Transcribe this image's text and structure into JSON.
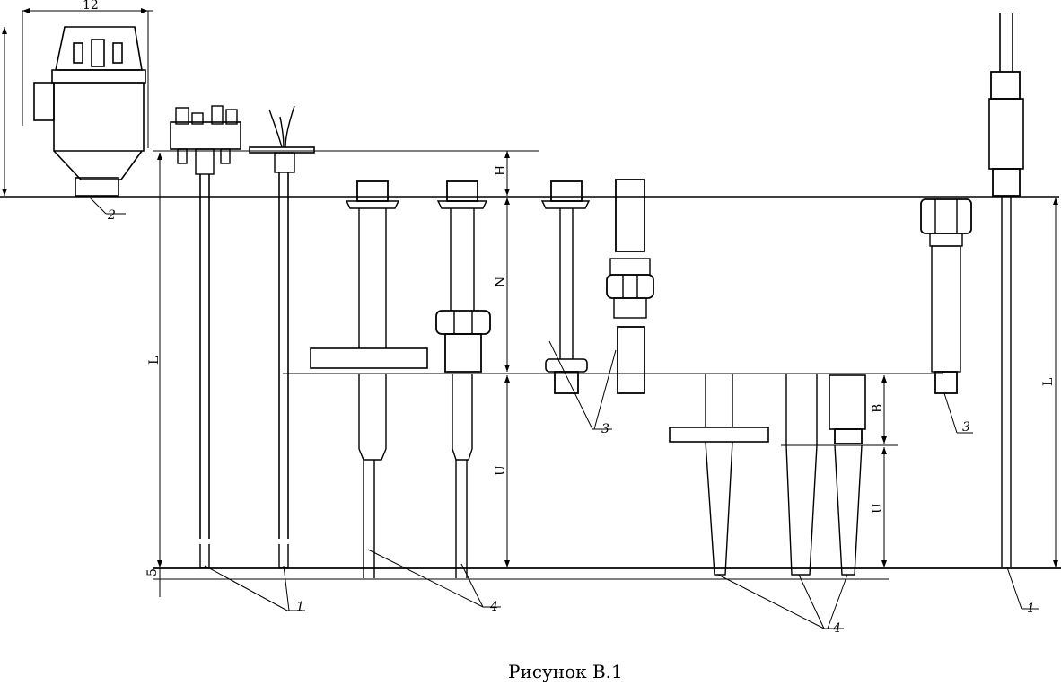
{
  "figure": {
    "caption": "Рисунок В.1"
  },
  "dimensions": {
    "head_width": "12",
    "H": "H",
    "L_left": "L",
    "N": "N",
    "U_left": "U",
    "five": "5",
    "B": "B",
    "U_right": "U",
    "L_right": "L"
  },
  "callouts": {
    "c2": "2",
    "c1_left": "1",
    "c4_left": "4",
    "c3_mid": "3",
    "c3_right": "3",
    "c4_right": "4",
    "c1_right": "1"
  }
}
